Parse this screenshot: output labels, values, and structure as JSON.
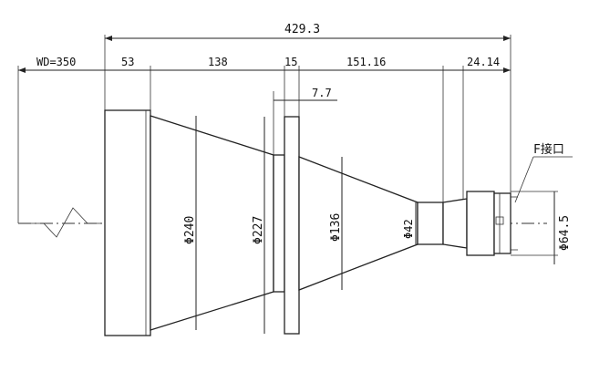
{
  "dimensions": {
    "overall_length": "429.3",
    "working_distance": "WD=350",
    "seg_front_flange": "53",
    "seg_front_cone": "138",
    "seg_mid_flange": "15",
    "seg_rear_cone": "151.16",
    "seg_mount": "24.14",
    "flange_step": "7.7"
  },
  "diameters": {
    "front": "Φ240",
    "flange": "Φ227",
    "rear_cone": "Φ136",
    "neck": "Φ42",
    "mount": "Φ64.5"
  },
  "labels": {
    "mount_type": "F接口"
  }
}
